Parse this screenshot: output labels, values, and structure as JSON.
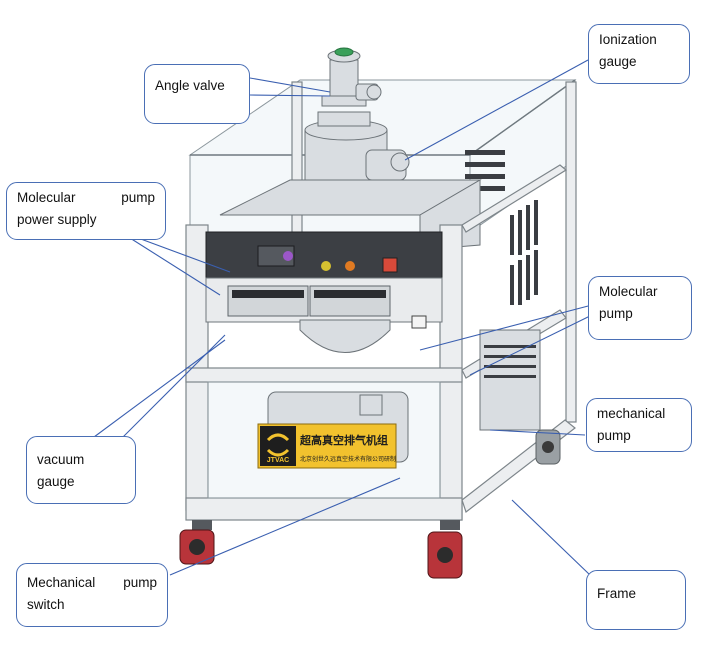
{
  "labels": {
    "angle_valve": "Angle valve",
    "ionization_gauge_1": "Ionization",
    "ionization_gauge_2": "gauge",
    "mol_power_1a": "Molecular",
    "mol_power_1b": "pump",
    "mol_power_2": "power supply",
    "molecular_pump_1": "Molecular",
    "molecular_pump_2": "pump",
    "vacuum_gauge_1": "vacuum",
    "vacuum_gauge_2": "gauge",
    "mechanical_pump_1": "mechanical",
    "mechanical_pump_2": "pump",
    "mech_switch_1a": "Mechanical",
    "mech_switch_1b": "pump",
    "mech_switch_2": "switch",
    "frame": "Frame"
  },
  "device_sign": {
    "brand": "JTVAC",
    "title_cn": "超高真空排气机组",
    "company_cn": "北京创世久远真空技术有限公司研制"
  },
  "colors": {
    "leader_line": "#3a5fb0",
    "sign_background": "#f2c22e",
    "caster_wheel": "#b8343a"
  }
}
